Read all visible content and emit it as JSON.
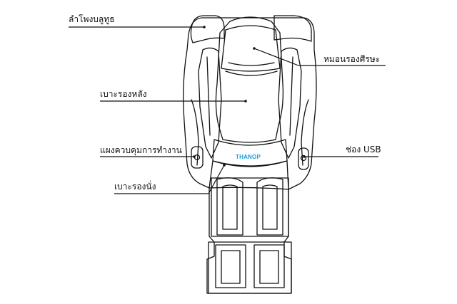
{
  "labels": {
    "bluetooth_speaker": "ลำโพงบลูทูธ",
    "headrest": "หมอนรองศีรษะ",
    "backrest": "เบาะรองหลัง",
    "control_panel": "แผงควบคุมการทำงาน",
    "usb_port": "ช่อง USB",
    "seat_cushion": "เบาะรองนั่ง"
  },
  "watermark": "THANOP",
  "colors": {
    "line": "#111111",
    "watermark": "#1f9bd7",
    "background": "#ffffff"
  }
}
